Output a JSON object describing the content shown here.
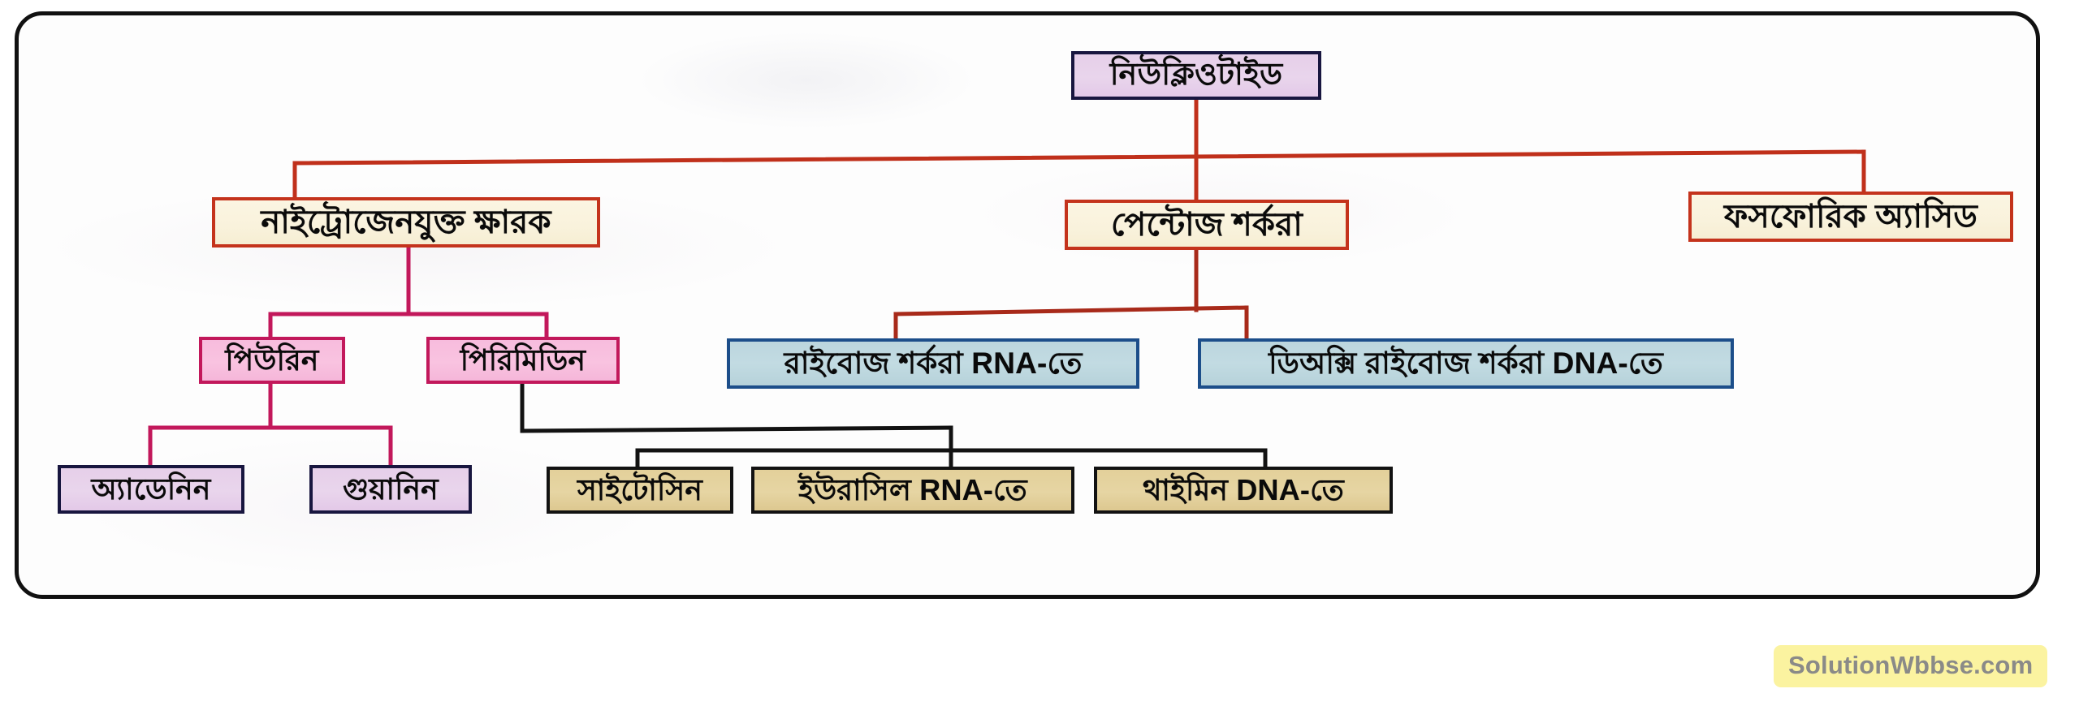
{
  "diagram": {
    "type": "hierarchy-flowchart",
    "title_node": "নিউক্লিওটাইড",
    "nodes": {
      "nucleotide": "নিউক্লিওটাইড",
      "nitrogenous_base": "নাইট্রোজেনযুক্ত ক্ষারক",
      "pentose_sugar": "পেন্টোজ শর্করা",
      "phosphoric_acid": "ফসফোরিক অ্যাসিড",
      "purine": "পিউরিন",
      "pyrimidine": "পিরিমিডিন",
      "ribose_sugar": "রাইবোজ শর্করা RNA-তে",
      "deoxyribose_sugar": "ডিঅক্সি রাইবোজ শর্করা DNA-তে",
      "adenine": "অ্যাডেনিন",
      "guanine": "গুয়ানিন",
      "cytosine": "সাইটোসিন",
      "uracil": "ইউরাসিল RNA-তে",
      "thymine": "থাইমিন DNA-তে"
    },
    "edges": [
      {
        "from": "nucleotide",
        "to": "nitrogenous_base",
        "color": "#c0301b"
      },
      {
        "from": "nucleotide",
        "to": "pentose_sugar",
        "color": "#c0301b"
      },
      {
        "from": "nucleotide",
        "to": "phosphoric_acid",
        "color": "#c0301b"
      },
      {
        "from": "nitrogenous_base",
        "to": "purine",
        "color": "#c2185b"
      },
      {
        "from": "nitrogenous_base",
        "to": "pyrimidine",
        "color": "#c2185b"
      },
      {
        "from": "pentose_sugar",
        "to": "ribose_sugar",
        "color": "#a82a1a"
      },
      {
        "from": "pentose_sugar",
        "to": "deoxyribose_sugar",
        "color": "#a82a1a"
      },
      {
        "from": "purine",
        "to": "adenine",
        "color": "#c2185b"
      },
      {
        "from": "purine",
        "to": "guanine",
        "color": "#c2185b"
      },
      {
        "from": "pyrimidine",
        "to": "cytosine",
        "color": "#121212"
      },
      {
        "from": "pyrimidine",
        "to": "uracil",
        "color": "#121212"
      },
      {
        "from": "pyrimidine",
        "to": "thymine",
        "color": "#121212"
      }
    ],
    "colors": {
      "lavender_fill": "#e7d2ea",
      "navy_border": "#18163f",
      "cream_fill": "#f9f2dc",
      "red_border": "#c4331c",
      "pink_fill": "#f7bcdd",
      "crimson_border": "#c2185b",
      "blue_fill": "#c0d8e0",
      "steel_border": "#1c4e8a",
      "tan_fill": "#e3d09a",
      "black_border": "#121212",
      "frame_border": "#111111"
    }
  },
  "watermark": {
    "label": "SolutionWbbse.com",
    "background": "#fbf3a0",
    "text_color": "#8a8a88"
  }
}
